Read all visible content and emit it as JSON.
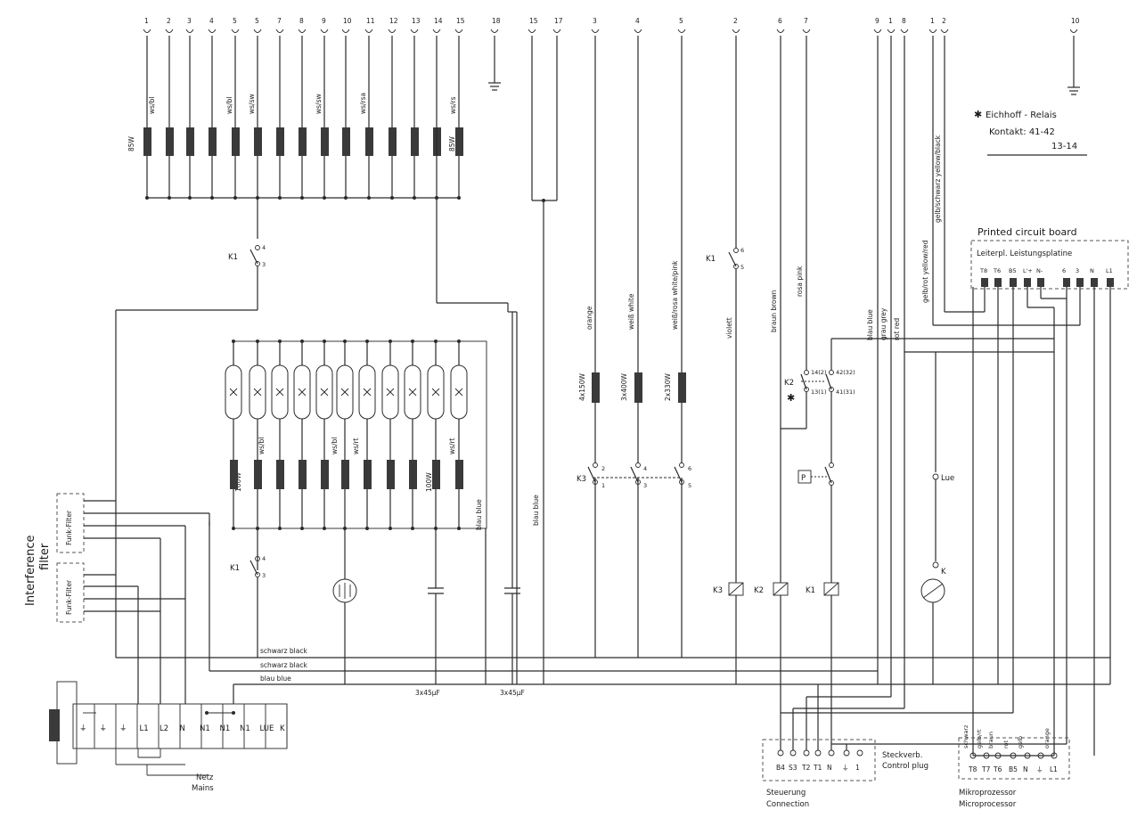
{
  "top_terminals": {
    "group_a": [
      "1",
      "2",
      "3",
      "4",
      "5",
      "5",
      "7",
      "8",
      "9",
      "10",
      "11",
      "12",
      "13",
      "14",
      "15"
    ],
    "group_b": [
      "18",
      "15",
      "17"
    ],
    "group_c": [
      "3",
      "4",
      "5"
    ],
    "group_d": [
      "2",
      "6",
      "7"
    ],
    "group_e": [
      "9",
      "1",
      "8"
    ],
    "group_f": [
      "1",
      "2"
    ],
    "group_g": [
      "10"
    ]
  },
  "upper_heater_labels": {
    "power_left": "85W",
    "power_right": "85W",
    "wire_1": "ws/bl",
    "wire_2": "ws/bl",
    "wire_3": "ws/sw",
    "wire_4": "ws/sw",
    "wire_5": "ws/rsa",
    "wire_6": "ws/rs"
  },
  "lamp_bank_labels": {
    "power_left": "100W",
    "power_right": "100W",
    "wire_1": "ws/bl",
    "wire_2": "ws/bl",
    "wire_3": "ws/rt",
    "wire_4": "ws/rt"
  },
  "middle_branches": {
    "color_1": "orange",
    "color_2": "weiß  white",
    "color_3": "weiß/rosa  white/pink",
    "power_1": "4x150W",
    "power_2": "3x400W",
    "power_3": "2x330W",
    "switch": "K3",
    "contacts": [
      "2",
      "1",
      "4",
      "3",
      "6",
      "5"
    ]
  },
  "wire_labels": {
    "blau_blue_1": "blau   blue",
    "blau_blue_2": "blau   blue",
    "violett": "violett",
    "braun": "braun  brown",
    "rosa": "rosa  pink",
    "blau_v": "blau  blue",
    "grau": "grau  grey",
    "rot": "rot   red",
    "gelb_rot": "gelb/rot  yellow/red",
    "gelb_schwarz": "gelb/schwarz  yellow/black"
  },
  "horizontal_bus": {
    "line_1": "schwarz  black",
    "line_2": "schwarz  black",
    "line_3": "blau    blue"
  },
  "capacitors": {
    "cap_1": "3x45µF",
    "cap_2": "3x45µF"
  },
  "relays": {
    "k1_top": "K1",
    "k1_left": "K1",
    "k1_right": "K1",
    "k1_contacts_a": [
      "4",
      "3"
    ],
    "k1_contacts_b": [
      "4",
      "3"
    ],
    "k1_upper_contacts": [
      "6",
      "5"
    ],
    "k3": "K3",
    "k2": "K2",
    "k2_switch": "K2",
    "k2_contacts": [
      "14(2)",
      "42(32)",
      "13(1)",
      "41(31)"
    ],
    "pressure": "P",
    "lue": "Lue",
    "k": "K"
  },
  "legend": {
    "star": "✱",
    "title": "Eichhoff - Relais",
    "line_1": "Kontakt: 41-42",
    "line_2": "13-14"
  },
  "pcb": {
    "title": "Printed circuit board",
    "subtitle": "Leiterpl. Leistungsplatine",
    "pins": [
      "T8",
      "T6",
      "B5",
      "L'+",
      "N-",
      "6",
      "3",
      "N",
      "L1"
    ]
  },
  "interference_filter": {
    "label_1": "Interference",
    "label_2": "filter",
    "box_1": "Funk-Filter",
    "box_2": "Funk-Filter"
  },
  "mains": {
    "terminals": [
      "⏚",
      "⏚",
      "⏚",
      "L1",
      "L2",
      "N",
      "N1",
      "N1",
      "N1",
      "LUE",
      "K"
    ],
    "label_de": "Netz",
    "label_en": "Mains"
  },
  "steuerung": {
    "pins": [
      "B4",
      "S3",
      "T2",
      "T1",
      "N",
      "⏚",
      "1"
    ],
    "label_de": "Steuerung",
    "label_en": "Connection",
    "plug_de": "Steckverb.",
    "plug_en": "Control plug"
  },
  "microprocessor": {
    "pins": [
      "T8",
      "T7",
      "T6",
      "B5",
      "N",
      "⏚",
      "L1"
    ],
    "wires": [
      "schwarz",
      "gelb/rt",
      "braun",
      "rot",
      "gelb",
      "orange"
    ],
    "label_de": "Mikroprozessor",
    "label_en": "Microprocessor"
  }
}
